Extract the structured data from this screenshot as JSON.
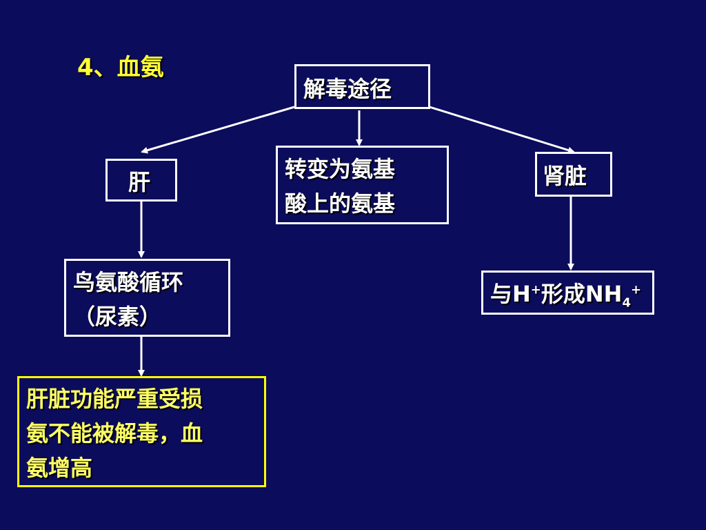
{
  "title": "4、血氨",
  "root": "解毒途径",
  "liver": "肝",
  "convert": [
    "转变为氨基",
    "酸上的氨基"
  ],
  "kidney": "肾脏",
  "urea": [
    "鸟氨酸循环",
    "（尿素）"
  ],
  "kidney_result": {
    "prefix": "与H",
    "sup1": "+",
    "mid": "形成NH",
    "sub": "4",
    "sup2": "+"
  },
  "failure": [
    "肝脏功能严重受损",
    "氨不能被解毒，血",
    "氨增高"
  ],
  "colors": {
    "background": "#0c0c5c",
    "border": "#ffffff",
    "highlight": "#ffff00"
  }
}
